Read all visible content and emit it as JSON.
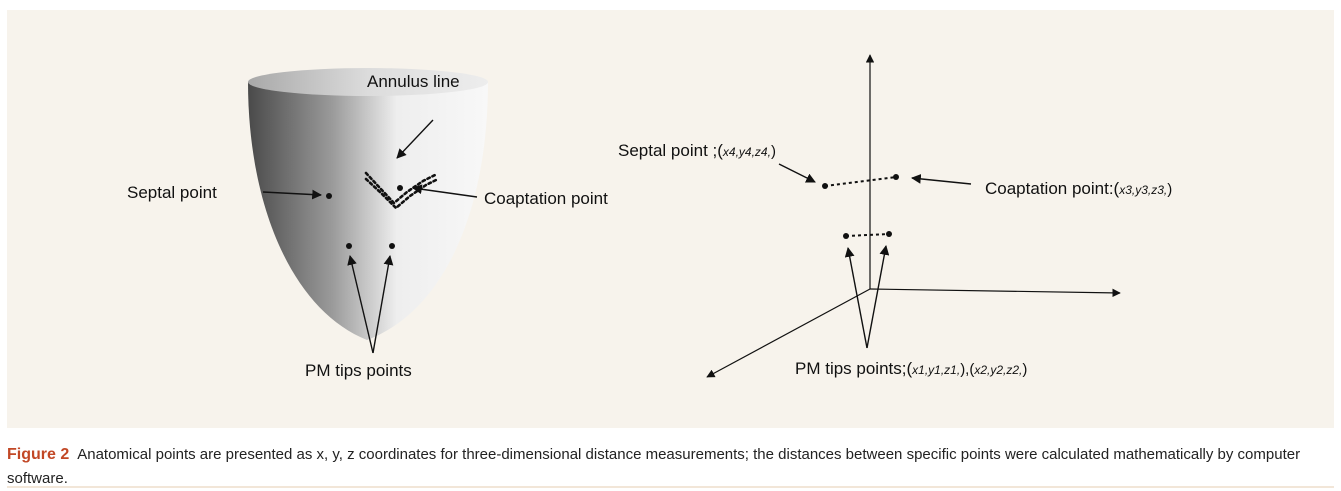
{
  "figure": {
    "left_panel": {
      "annulus_label": "Annulus line",
      "septal_label": "Septal point",
      "coaptation_label": "Coaptation point",
      "pm_label": "PM tips points"
    },
    "right_panel": {
      "septal_label": "Septal point ;(",
      "septal_coord": "x4,y4,z4,",
      "coaptation_label": "Coaptation point:(",
      "coaptation_coord": "x3,y3,z3,",
      "pm_label": "PM tips points;(",
      "pm_coord_1": "x1,y1,z1,",
      "pm_coord_2": "x2,y2,z2,"
    }
  },
  "caption": {
    "label": "Figure 2",
    "text": "Anatomical points are presented as x, y, z coordinates for three-dimensional distance measurements; the distances between specific points were calculated mathematically by computer software."
  },
  "colors": {
    "panel_background": "#f7f3ec",
    "caption_label": "#c24826",
    "caption_rule": "#f2e6d8"
  }
}
